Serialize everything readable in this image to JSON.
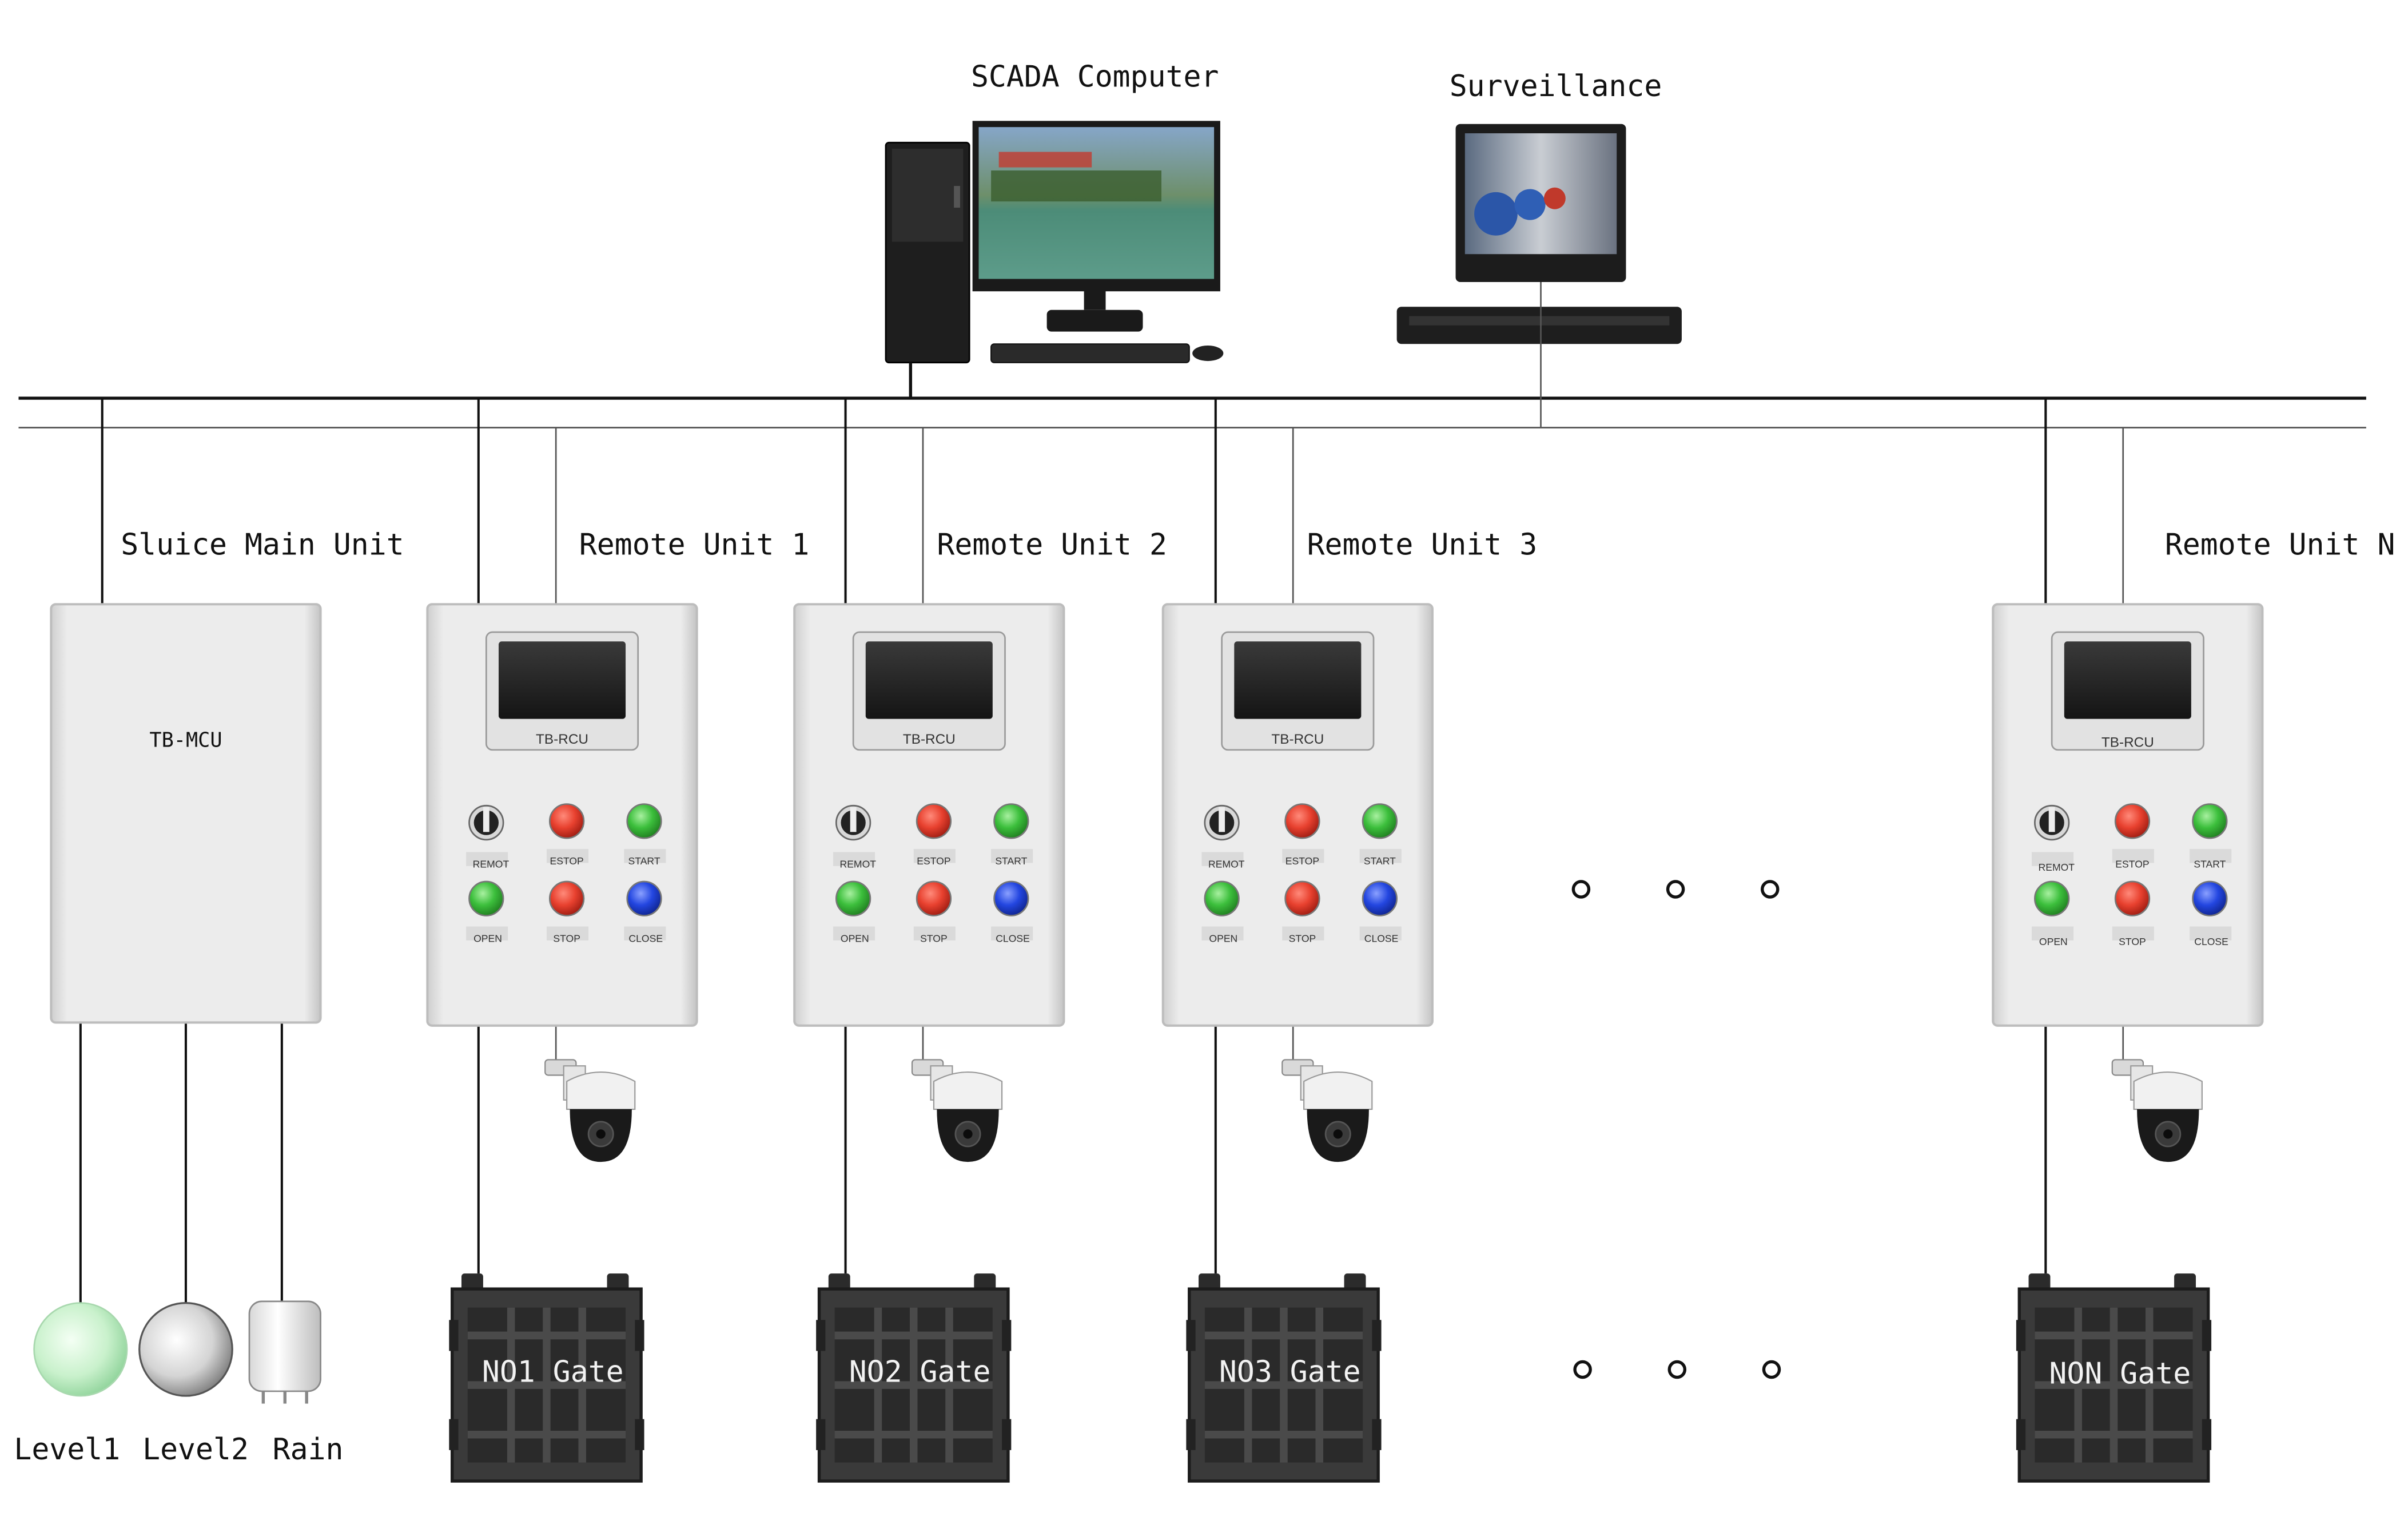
{
  "top_devices": {
    "scada_label": "SCADA Computer",
    "surveillance_label": "Surveillance"
  },
  "main_unit": {
    "label": "Sluice Main Unit",
    "cabinet_text": "TB-MCU"
  },
  "remote_units": [
    {
      "label": "Remote Unit 1",
      "gate": "NO1 Gate"
    },
    {
      "label": "Remote Unit 2",
      "gate": "NO2 Gate"
    },
    {
      "label": "Remote Unit 3",
      "gate": "NO3 Gate"
    },
    {
      "label": "Remote Unit N",
      "gate": "NON Gate"
    }
  ],
  "rcu": {
    "screen_text": "TB-RCU",
    "buttons": [
      "REMOT",
      "ESTOP",
      "START",
      "OPEN",
      "STOP",
      "CLOSE"
    ]
  },
  "sensors": [
    "Level1",
    "Level2",
    "Rain"
  ],
  "colors": {
    "red": "#e8412f",
    "green": "#3cbf3c",
    "blue": "#2346e0",
    "cabinet": "#e9e9e9",
    "gate": "#2f2f2f"
  }
}
